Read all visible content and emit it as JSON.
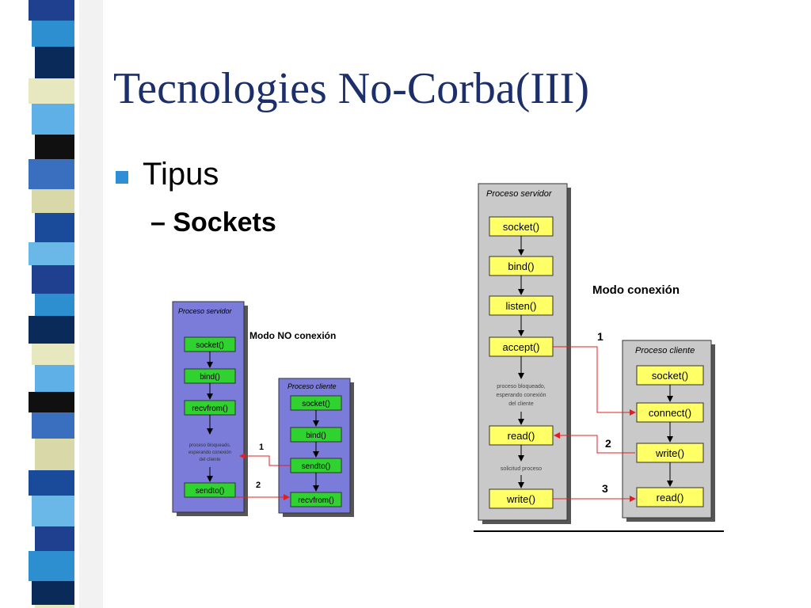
{
  "slide": {
    "title": "Tecnologies No-Corba(III)",
    "bullet1": "Tipus",
    "bullet2": "– Sockets"
  },
  "diagram_connectionless": {
    "heading": "Modo NO conexión",
    "server_label": "Proceso servidor",
    "client_label": "Proceso cliente",
    "server_steps": [
      "socket()",
      "bind()",
      "recvfrom()",
      "sendto()"
    ],
    "client_steps": [
      "socket()",
      "bind()",
      "sendto()",
      "recvfrom()"
    ],
    "wait_note": [
      "proceso bloqueado,",
      "esperando conexión",
      "del cliente"
    ],
    "arrow_labels": [
      "1",
      "2"
    ]
  },
  "diagram_connection": {
    "heading": "Modo conexión",
    "server_label": "Proceso servidor",
    "client_label": "Proceso cliente",
    "server_steps": [
      "socket()",
      "bind()",
      "listen()",
      "accept()",
      "read()",
      "write()"
    ],
    "client_steps": [
      "socket()",
      "connect()",
      "write()",
      "read()"
    ],
    "wait_note": [
      "proceso bloqueado,",
      "esperando conexión",
      "del cliente"
    ],
    "request_note": "solicitud proceso",
    "arrow_labels": [
      "1",
      "2",
      "3"
    ]
  },
  "colors": {
    "title": "#1c2f6b",
    "bullet": "#2f8fd6",
    "blue_panel": "#7b7bd9",
    "gray_panel": "#c9c9c9",
    "green_box": "#2fd22f",
    "yellow_box": "#ffff66",
    "arrow_red": "#e02020"
  }
}
